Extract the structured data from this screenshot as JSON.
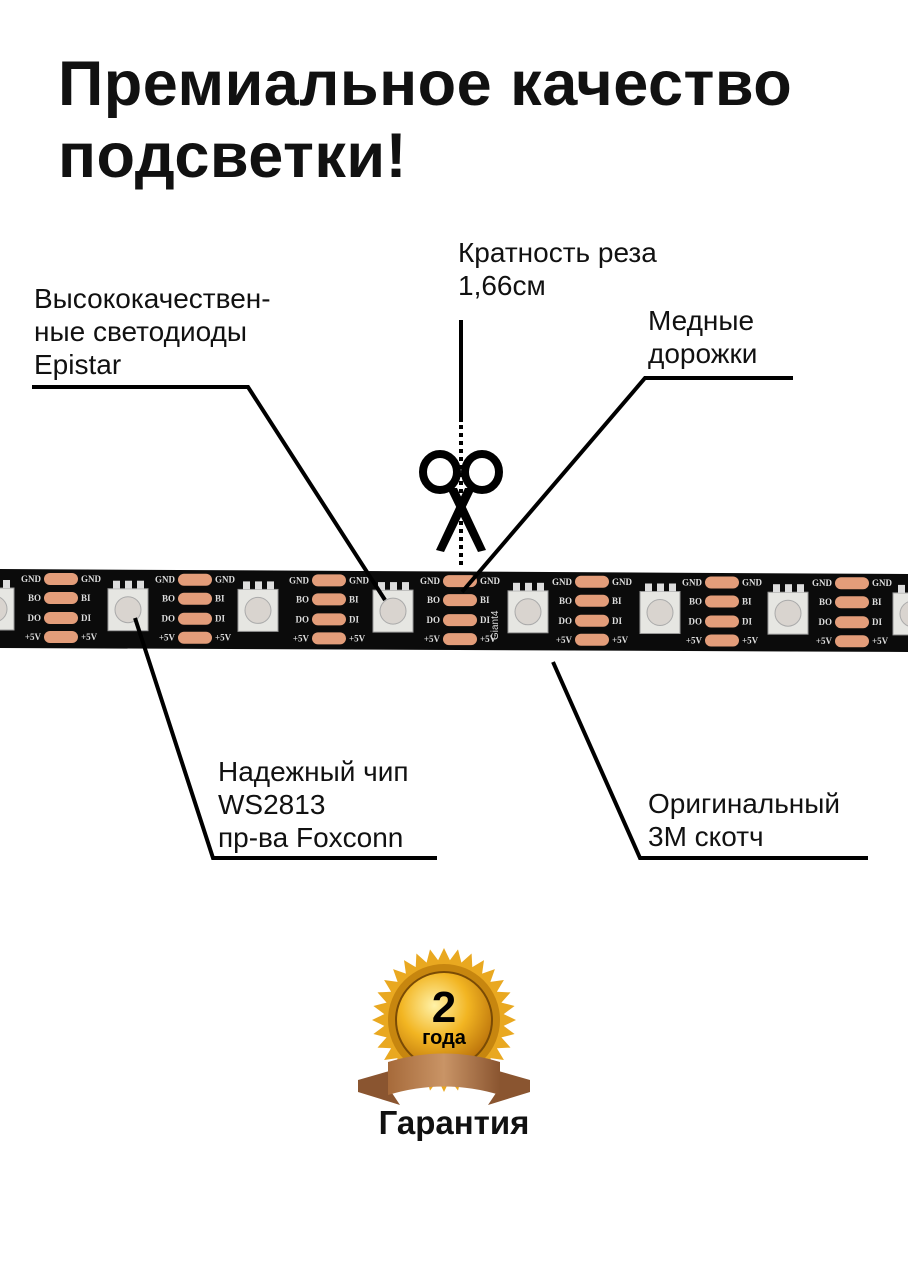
{
  "title_line1": "Премиальное качество",
  "title_line2": "подсветки!",
  "labels": {
    "epistar": "Высококачествен-\nные светодиоды\nEpistar",
    "cut": "Кратность реза\n1,66см",
    "copper": "Медные\nдорожки",
    "chip": "Надежный чип\nWS2813\nпр-ва Foxconn",
    "tape": "Оригинальный\n3M скотч"
  },
  "strip": {
    "pad_labels_left": [
      "GND",
      "BO",
      "DO",
      "+5V"
    ],
    "pad_labels_right": [
      "GND",
      "BI",
      "DI",
      "+5V"
    ],
    "brand": "Giant4",
    "pad_color": "#e39d7a",
    "pcb_color": "#0b0b0b"
  },
  "badge": {
    "number": "2",
    "unit": "года",
    "caption": "Гарантия"
  }
}
